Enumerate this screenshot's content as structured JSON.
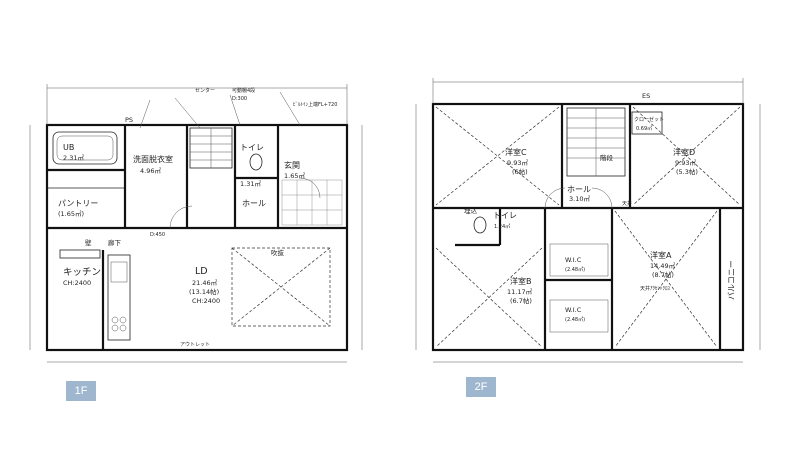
{
  "floor1": {
    "badge": "1F",
    "rooms": {
      "ub": "UB",
      "ub_area": "2.31㎡",
      "senmen": "洗面脱衣室",
      "senmen_area": "4.96㎡",
      "pantry": "パントリー",
      "pantry_area": "(1.65㎡)",
      "toilet": "トイレ",
      "toilet_area": "1.31㎡",
      "genkan": "玄関",
      "genkan_area": "1.65㎡",
      "hall": "ホール",
      "kitchen": "キッチン",
      "kitchen_ch": "CH:2400",
      "ld": "LD",
      "ld_area": "21.46㎡",
      "ld_jo": "(13.14帖)",
      "ld_ch": "CH:2400",
      "fukinuke": "吹抜",
      "rouka": "廊下",
      "kabe": "壁"
    },
    "notes": {
      "ps": "PS",
      "hanyou": "可動棚4段",
      "senta": "センター",
      "hl": "ﾋﾞﾙﾄｲﾝ上端FL+720",
      "outlet": "アウトレット",
      "d450": "D:450",
      "d300": "D:300"
    }
  },
  "floor2": {
    "badge": "2F",
    "rooms": {
      "c": "洋室C",
      "c_area": "9.93㎡",
      "c_jo": "(6帖)",
      "d": "洋室D",
      "d_area": "9.93㎡",
      "d_jo": "(5.3帖)",
      "hall": "ホール",
      "hall_area": "3.10㎡",
      "kaidan": "階段",
      "toilet": "トイレ",
      "toilet_area": "1.24㎡",
      "b": "洋室B",
      "b_area": "11.17㎡",
      "b_jo": "(6.7帖)",
      "a": "洋室A",
      "a_area": "14.49㎡",
      "a_jo": "(8.7帖)",
      "wic1": "W.I.C",
      "wic1_area": "(2.48㎡)",
      "wic2": "W.I.C",
      "wic2_area": "(2.48㎡)",
      "closet": "クローゼット",
      "closet_area": "0.69㎡",
      "balcony": "バルコニー",
      "es": "ES",
      "uchi": "埋込"
    },
    "notes": {
      "ch": "天井",
      "tenjou": "天井ｱｸｾﾝﾄｸﾛｽ"
    }
  }
}
